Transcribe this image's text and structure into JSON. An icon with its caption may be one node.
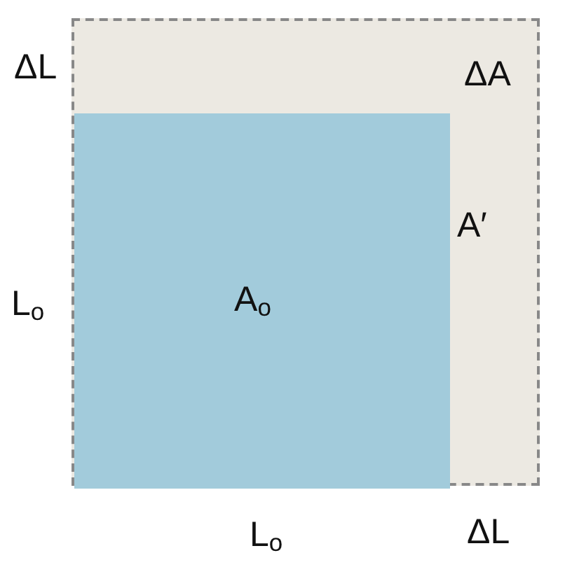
{
  "diagram": {
    "nodes": [
      {
        "text": [
          "ΔA",
          "A′"
        ]
      },
      {
        "text": [
          "A$_{o}$"
        ],
        "in": 0
      }
    ],
    "labels": [
      "ΔL",
      "L$_{o}$",
      "L$_{o}$",
      "ΔL"
    ]
  }
}
